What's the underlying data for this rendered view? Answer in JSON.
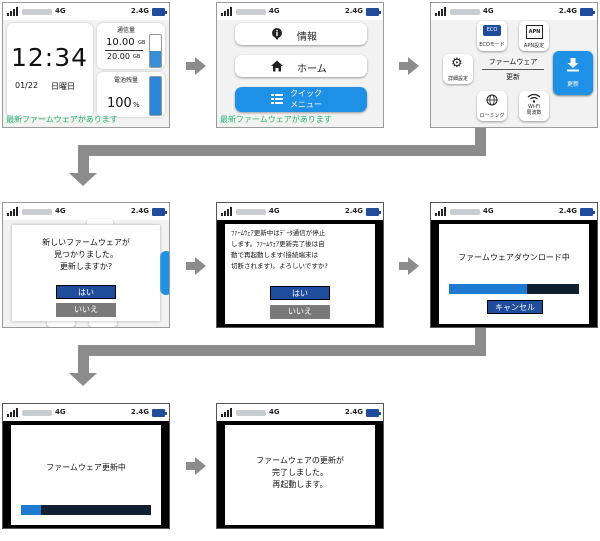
{
  "status_bar": {
    "network": "4G",
    "band": "2.4G"
  },
  "home": {
    "time": "12:34",
    "date": "01/22",
    "weekday": "日曜日",
    "data_label": "通信量",
    "data_used": "10.00",
    "data_used_unit": "GB",
    "data_total": "20.00",
    "data_total_unit": "GB",
    "battery_label": "電池残量",
    "battery_value": "100",
    "battery_unit": "%",
    "notice": "最新ファームウェアがあります"
  },
  "menu": {
    "info": "情報",
    "home": "ホーム",
    "quick_menu": "クイック\nメニュー",
    "notice": "最新ファームウェアがあります"
  },
  "quick_menu": {
    "eco_badge": "ECO",
    "eco": "ECOモード",
    "apn_badge": "APN",
    "apn": "APN設定",
    "detail": "詳細設定",
    "firmware": "ファームウェア",
    "update_text": "更新",
    "update_button": "更新",
    "roaming": "ローミング",
    "wifi": "Wi-Fi\n周波数"
  },
  "confirm_dialog": {
    "message": "新しいファームウェアが\n見つかりました。\n更新しますか?",
    "yes": "はい",
    "no": "いいえ"
  },
  "warning_dialog": {
    "message": "ﾌｧｰﾑｳｪｱ更新中はﾃﾞｰﾀ通信が停止\nします。ﾌｧｰﾑｳｪｱ更新完了後は自\n動で再起動します(接続端末は\n切断されます)。よろしいですか?",
    "yes": "はい",
    "no": "いいえ"
  },
  "download": {
    "message": "ファームウェアダウンロード中",
    "progress": 0.6,
    "cancel": "キャンセル"
  },
  "updating": {
    "message": "ファームウェア更新中",
    "progress": 0.15
  },
  "complete": {
    "message": "ファームウェアの更新が\n完了しました。\n再起動します。"
  },
  "colors": {
    "accent": "#1f4d9c",
    "highlight": "#1e90e6",
    "notice": "#22b573"
  }
}
